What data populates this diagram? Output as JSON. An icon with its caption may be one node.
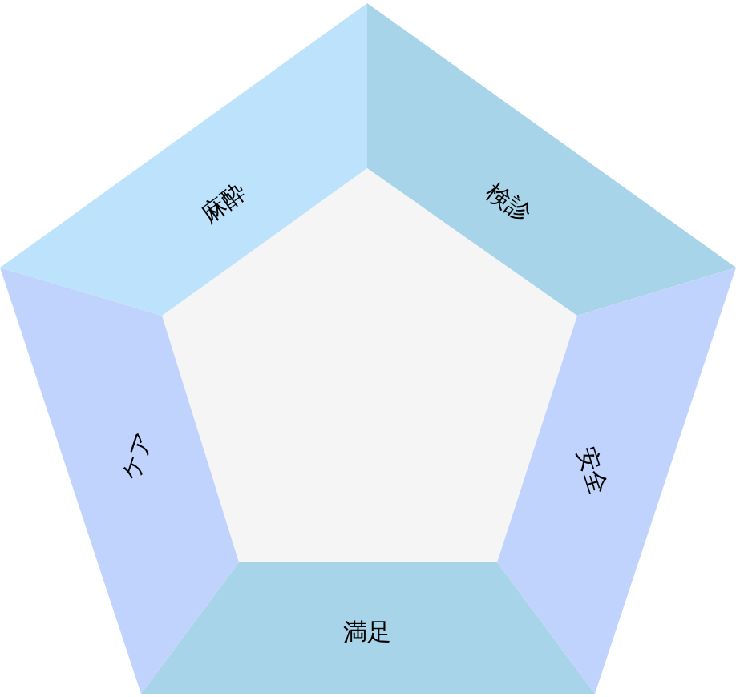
{
  "diagram": {
    "nodes": [
      {
        "text": [
          "麻酔"
        ]
      },
      {
        "text": [
          "検診"
        ]
      },
      {
        "text": [
          "ケア"
        ]
      },
      {
        "text": [
          "安全"
        ]
      },
      {
        "text": [
          "満足"
        ]
      }
    ]
  }
}
